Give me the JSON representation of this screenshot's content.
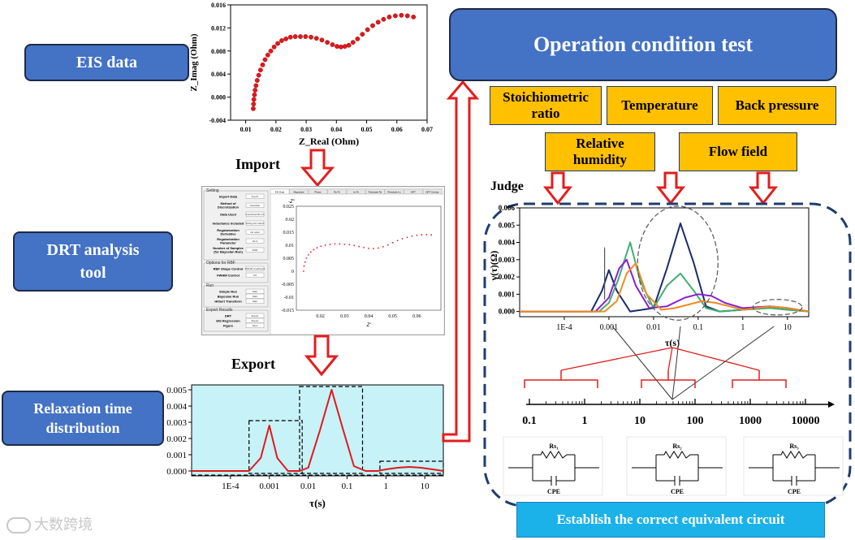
{
  "boxes": {
    "eis_data": "EIS data",
    "drt_line1": "DRT analysis",
    "drt_line2": "tool",
    "rtd_line1": "Relaxation time",
    "rtd_line2": "distribution",
    "operation": "Operation condition test",
    "establish": "Establish the correct equivalent circuit"
  },
  "conditions": {
    "stoich_line1": "Stoichiometric",
    "stoich_line2": "ratio",
    "temperature": "Temperature",
    "back_pressure": "Back pressure",
    "rh_line1": "Relative",
    "rh_line2": "humidity",
    "flow_field": "Flow field"
  },
  "labels": {
    "import": "Import",
    "export": "Export",
    "judge": "Judge"
  },
  "watermark": "大数跨境",
  "colors": {
    "box_blue": "#4472c4",
    "gold": "#ffc000",
    "arrow_red": "#e31d1d",
    "plot_bg": "#c6f2f8",
    "cyan_bar": "#1ab2e8"
  },
  "chart_data": [
    {
      "type": "scatter",
      "xlabel": "Z_Real (Ohm)",
      "ylabel": "Z_Imag (Ohm)",
      "xlim": [
        0.005,
        0.07
      ],
      "ylim": [
        -0.004,
        0.016
      ],
      "xticks": [
        "0.01",
        "0.02",
        "0.03",
        "0.04",
        "0.05",
        "0.06",
        "0.07"
      ],
      "yticks": [
        "-0.004",
        "0.000",
        "0.004",
        "0.008",
        "0.012",
        "0.016"
      ],
      "x": [
        0.0125,
        0.0126,
        0.0127,
        0.0129,
        0.0131,
        0.0134,
        0.0138,
        0.0143,
        0.0149,
        0.0156,
        0.0164,
        0.0173,
        0.0183,
        0.0194,
        0.0206,
        0.0219,
        0.0233,
        0.0248,
        0.0264,
        0.0281,
        0.0298,
        0.0316,
        0.0334,
        0.0352,
        0.037,
        0.0387,
        0.0402,
        0.0415,
        0.0428,
        0.0441,
        0.0455,
        0.047,
        0.0486,
        0.0503,
        0.052,
        0.0538,
        0.0556,
        0.0575,
        0.0595,
        0.0615,
        0.0635,
        0.0655
      ],
      "y": [
        -0.002,
        -0.0012,
        -0.0004,
        0.0004,
        0.0012,
        0.002,
        0.0029,
        0.0038,
        0.0047,
        0.0056,
        0.0065,
        0.0073,
        0.008,
        0.0087,
        0.0093,
        0.0098,
        0.0101,
        0.0104,
        0.0105,
        0.0105,
        0.0105,
        0.0104,
        0.0102,
        0.0099,
        0.0095,
        0.0091,
        0.0088,
        0.0087,
        0.0088,
        0.009,
        0.0095,
        0.0101,
        0.0109,
        0.0117,
        0.0124,
        0.013,
        0.0135,
        0.0139,
        0.0141,
        0.0142,
        0.0141,
        0.0139
      ]
    },
    {
      "type": "scatter",
      "title": "DRT tool screenshot",
      "xlabel": "Z'",
      "ylabel": "-Z''",
      "xlim": [
        0.01,
        0.07
      ],
      "ylim": [
        -0.015,
        0.025
      ],
      "xticks": [
        "0.02",
        "0.03",
        "0.04",
        "0.05",
        "0.06"
      ],
      "yticks": [
        "0.025",
        "0.02",
        "0.015",
        "0.01",
        "0.005",
        "0",
        "-0.005",
        "-0.01",
        "-0.015"
      ],
      "x": [
        0.013,
        0.0132,
        0.0136,
        0.0142,
        0.015,
        0.016,
        0.0172,
        0.0186,
        0.0202,
        0.022,
        0.024,
        0.026,
        0.028,
        0.03,
        0.032,
        0.034,
        0.036,
        0.038,
        0.04,
        0.042,
        0.044,
        0.046,
        0.048,
        0.05,
        0.052,
        0.054,
        0.056,
        0.058,
        0.06,
        0.062,
        0.064,
        0.066
      ],
      "y": [
        0.0,
        0.002,
        0.0035,
        0.005,
        0.0063,
        0.0074,
        0.0083,
        0.009,
        0.0096,
        0.01,
        0.0103,
        0.0105,
        0.0105,
        0.0104,
        0.0102,
        0.0099,
        0.0095,
        0.0091,
        0.0088,
        0.0087,
        0.0089,
        0.0094,
        0.0101,
        0.011,
        0.0118,
        0.0125,
        0.013,
        0.0135,
        0.0138,
        0.014,
        0.0141,
        0.014
      ]
    },
    {
      "type": "line",
      "xlabel": "τ(s)",
      "xscale": "log",
      "xlim": [
        1e-05,
        30
      ],
      "ylim": [
        -0.0003,
        0.0053
      ],
      "xticks": [
        "1E-4",
        "0.001",
        "0.01",
        "0.1",
        "1",
        "10"
      ],
      "yticks": [
        "0.000",
        "0.001",
        "0.002",
        "0.003",
        "0.004",
        "0.005"
      ],
      "series": [
        {
          "x": [
            1e-05,
            0.0003,
            0.0006,
            0.001,
            0.0016,
            0.003,
            0.006,
            0.01,
            0.02,
            0.04,
            0.08,
            0.15,
            0.3,
            0.6,
            1,
            2,
            4,
            8,
            16,
            30
          ],
          "y": [
            0,
            0,
            0.0008,
            0.0028,
            0.0008,
            0,
            0,
            0.0002,
            0.0025,
            0.005,
            0.0025,
            0.0003,
            0,
            0,
            0.0001,
            0.0002,
            0.00025,
            0.0002,
            0.0001,
            0
          ]
        }
      ],
      "peaks_boxed": 3
    },
    {
      "type": "line",
      "ylabel": "γ(τ)(Ω)",
      "xlabel": "τ(s)",
      "xscale": "log",
      "xlim": [
        1e-05,
        30
      ],
      "ylim": [
        -0.0003,
        0.006
      ],
      "xticks": [
        "1E-4",
        "0.001",
        "0.01",
        "0.1",
        "1",
        "10"
      ],
      "yticks": [
        "0.000",
        "0.001",
        "0.002",
        "0.003",
        "0.004",
        "0.005",
        "0.006"
      ],
      "series": [
        {
          "color": "#1a2b6d",
          "x": [
            1e-05,
            0.0004,
            0.0007,
            0.001,
            0.0015,
            0.003,
            0.01,
            0.02,
            0.04,
            0.08,
            0.15,
            0.3,
            1,
            4,
            10,
            30
          ],
          "y": [
            0,
            0,
            0.0012,
            0.0024,
            0.0012,
            0,
            0.0002,
            0.0025,
            0.0051,
            0.0028,
            0.0003,
            0,
            0.0001,
            0.0003,
            0.0002,
            0
          ]
        },
        {
          "color": "#3fae72",
          "x": [
            1e-05,
            0.0006,
            0.001,
            0.0016,
            0.003,
            0.005,
            0.01,
            0.02,
            0.04,
            0.08,
            0.15,
            0.3,
            1,
            4,
            10,
            30
          ],
          "y": [
            0,
            0,
            0.0005,
            0.0018,
            0.004,
            0.0018,
            0.0002,
            0.0015,
            0.0022,
            0.0012,
            0.0002,
            0,
            0.0001,
            0.0002,
            0.0001,
            0
          ]
        },
        {
          "color": "#8b1fd0",
          "x": [
            1e-05,
            0.0005,
            0.001,
            0.0017,
            0.0025,
            0.004,
            0.008,
            0.02,
            0.05,
            0.1,
            0.2,
            0.4,
            1,
            4,
            10,
            30
          ],
          "y": [
            0,
            0,
            0.0008,
            0.0025,
            0.003,
            0.0015,
            0.0002,
            0.0003,
            0.0008,
            0.001,
            0.0009,
            0.0005,
            0.0002,
            0.0003,
            0.0002,
            0
          ]
        },
        {
          "color": "#ef8a1e",
          "x": [
            1e-05,
            0.0008,
            0.0015,
            0.0025,
            0.004,
            0.007,
            0.015,
            0.03,
            0.06,
            0.12,
            0.25,
            0.5,
            1,
            4,
            10,
            30
          ],
          "y": [
            0,
            0,
            0.0006,
            0.0022,
            0.0028,
            0.001,
            0.0001,
            0.0002,
            0.0004,
            0.0006,
            0.0005,
            0.0003,
            0.0001,
            0.0003,
            0.0002,
            0
          ]
        }
      ]
    },
    {
      "type": "axis",
      "xscale": "log",
      "ticks": [
        "0.1",
        "1",
        "10",
        "100",
        "1000",
        "10000"
      ]
    }
  ],
  "circuits": [
    {
      "r_label": "Rs₁",
      "c_label": "CPE"
    },
    {
      "r_label": "Rs₂",
      "c_label": "CPE"
    },
    {
      "r_label": "Rs₃",
      "c_label": "CPE"
    }
  ],
  "drt_tool": {
    "setting_title": "Setting",
    "rows": [
      {
        "label": "Import Data",
        "value": "Import"
      },
      {
        "label": "Method of Discretization",
        "value": "Gaussian"
      },
      {
        "label": "Data Used",
        "value": "Combined Re-Im"
      },
      {
        "label": "Inductance Included",
        "value": "Fitting w/o Induct"
      },
      {
        "label": "Regularization Derivative",
        "value": "1st order"
      },
      {
        "label": "Regularization Parameter",
        "value": "1E-3"
      },
      {
        "label": "Number of Samples (for Bayesian Run)",
        "value": "2000"
      }
    ],
    "rbf_title": "Options for RBF",
    "rbf_rows": [
      {
        "label": "RBF Shape Control",
        "value": "FWHM Coefficient"
      },
      {
        "label": "FWHM Control",
        "value": "0.5"
      }
    ],
    "run_title": "Run",
    "run_rows": [
      {
        "label": "Simple Run",
        "value": "Start"
      },
      {
        "label": "Bayesian Run",
        "value": "Start"
      },
      {
        "label": "Hilbert Transform",
        "value": "Start"
      }
    ],
    "export_title": "Export Results",
    "export_rows": [
      {
        "label": "DRT",
        "value": "Export"
      },
      {
        "label": "EIS Regression",
        "value": "Export"
      },
      {
        "label": "Figure",
        "value": "Save"
      }
    ],
    "tabs": [
      "EIS Data",
      "Magnitude",
      "Phase",
      "Re Fit",
      "Im Fit",
      "Residuals Re",
      "Residuals Im",
      "DRT",
      "DRT Overlay"
    ]
  }
}
